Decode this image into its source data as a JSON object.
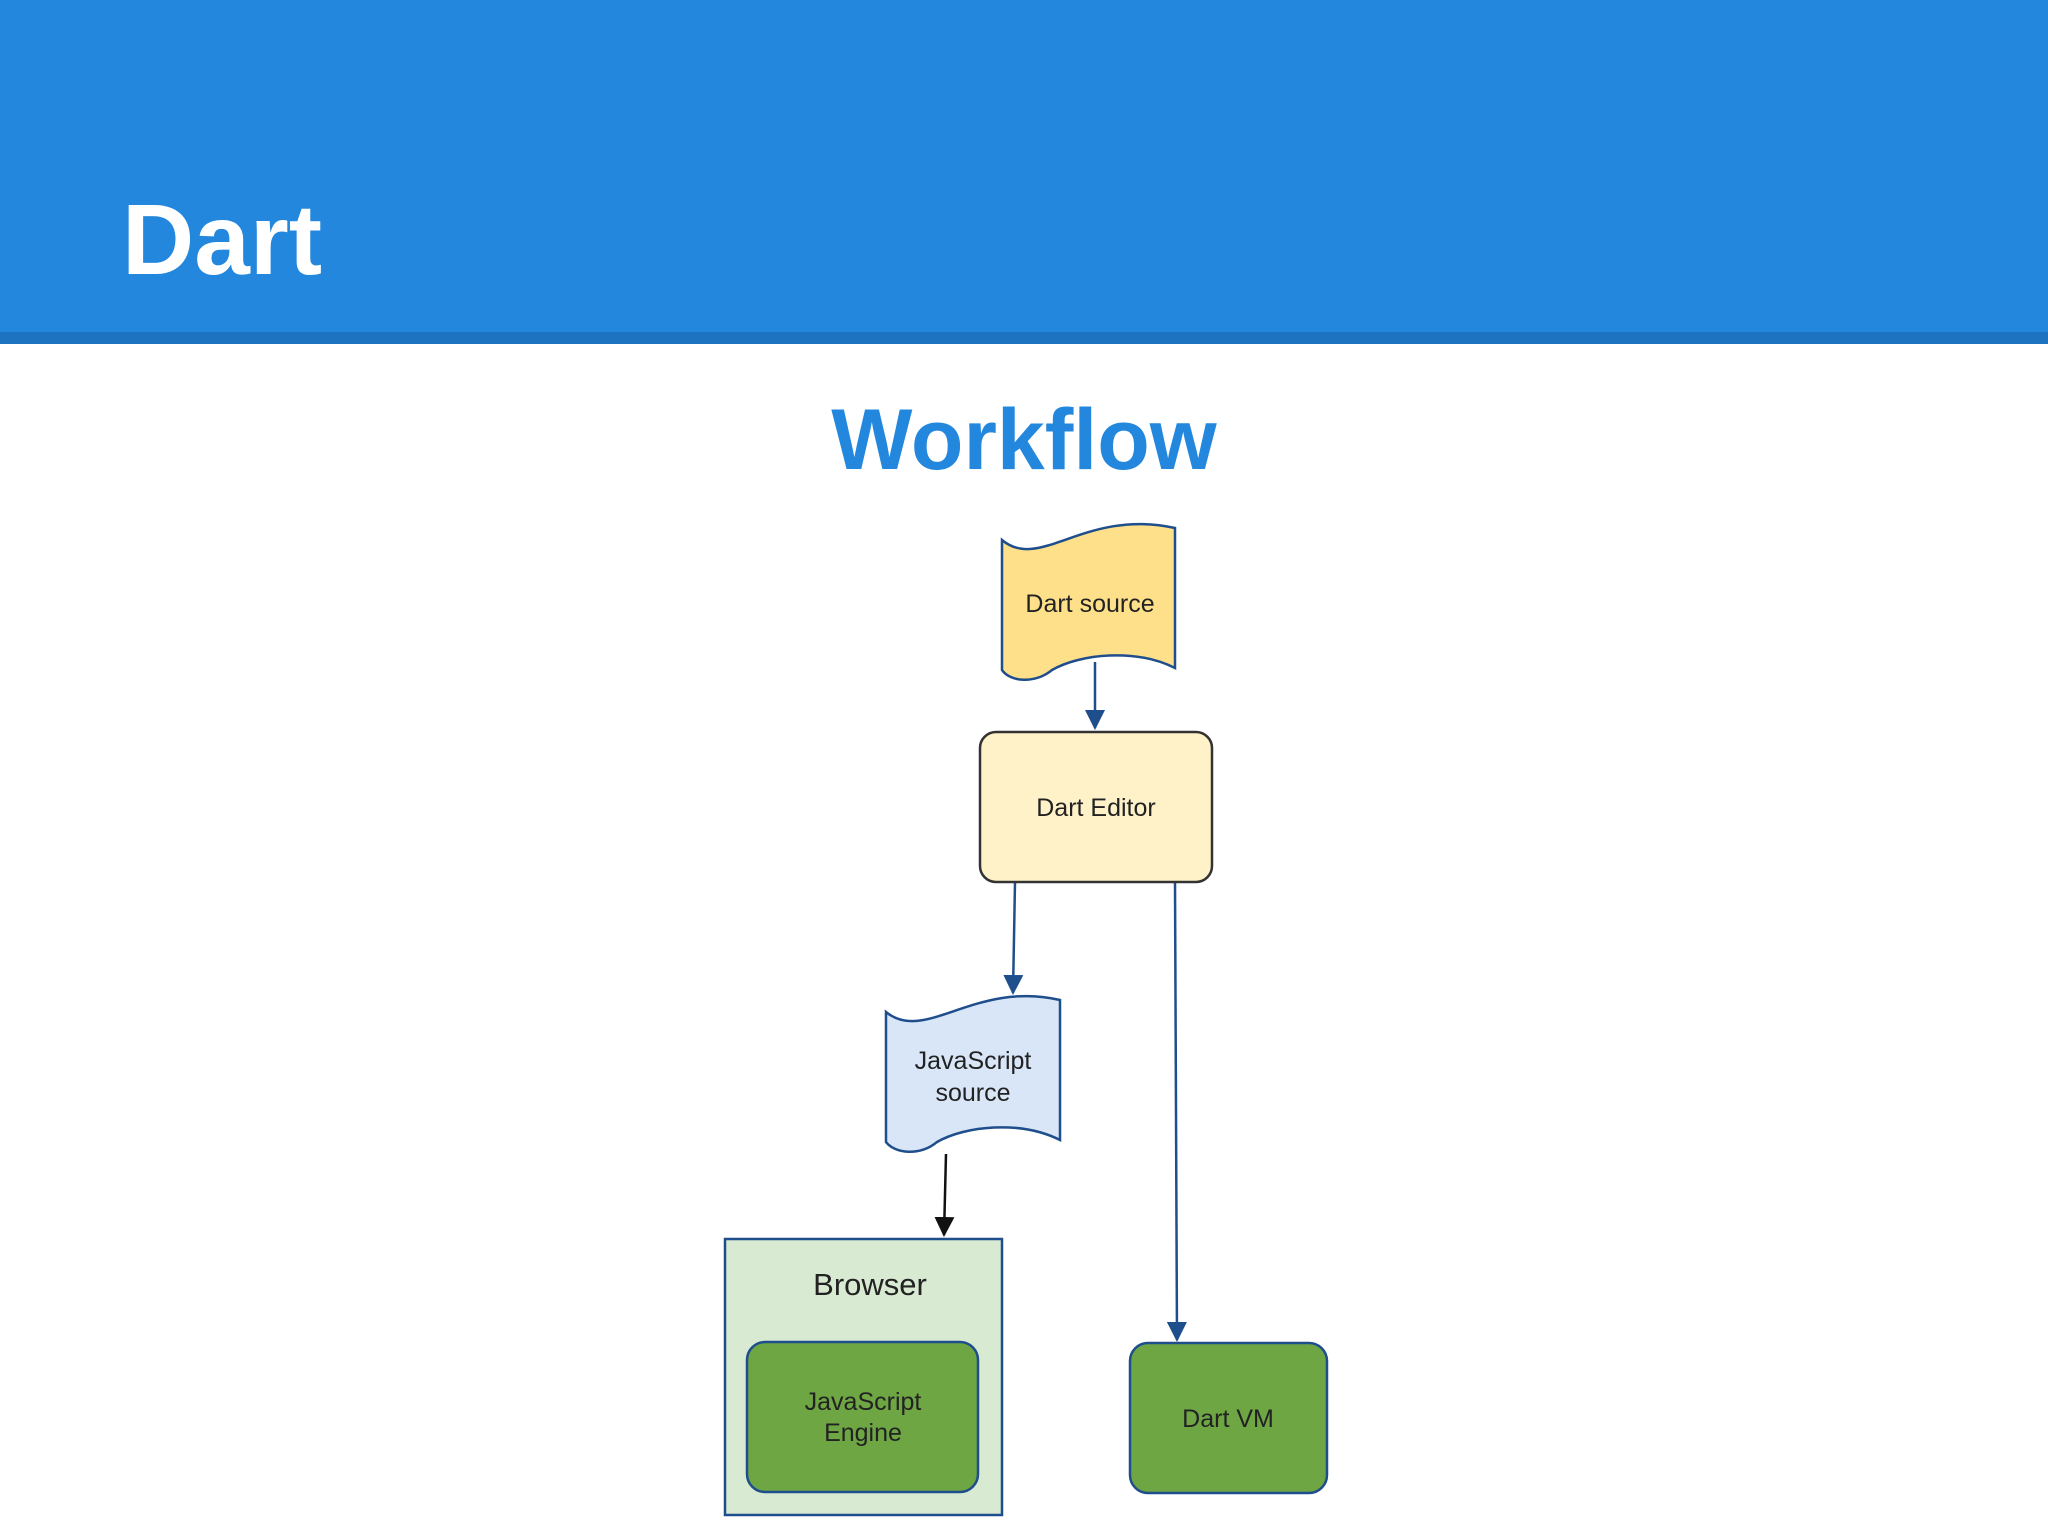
{
  "slide": {
    "title": "Dart",
    "subtitle": "Workflow"
  },
  "diagram": {
    "nodes": {
      "dart_source": {
        "label": "Dart source"
      },
      "dart_editor": {
        "label": "Dart Editor"
      },
      "js_source": {
        "line1": "JavaScript",
        "line2": "source"
      },
      "browser": {
        "label": "Browser"
      },
      "js_engine": {
        "line1": "JavaScript",
        "line2": "Engine"
      },
      "dart_vm": {
        "label": "Dart VM"
      }
    },
    "edges": [
      {
        "from": "Dart source",
        "to": "Dart Editor"
      },
      {
        "from": "Dart Editor",
        "to": "JavaScript source"
      },
      {
        "from": "Dart Editor",
        "to": "Dart VM"
      },
      {
        "from": "JavaScript source",
        "to": "Browser"
      }
    ]
  },
  "colors": {
    "header": "#2388dd",
    "title_text": "#ffffff",
    "subtitle_text": "#2388dd",
    "dart_source_fill": "#ffe08a",
    "editor_fill": "#fff1c8",
    "js_source_fill": "#d8e6f7",
    "browser_fill": "#d9ead3",
    "engine_fill": "#6ea644",
    "arrow_blue": "#1f4e8c",
    "arrow_black": "#111111"
  }
}
